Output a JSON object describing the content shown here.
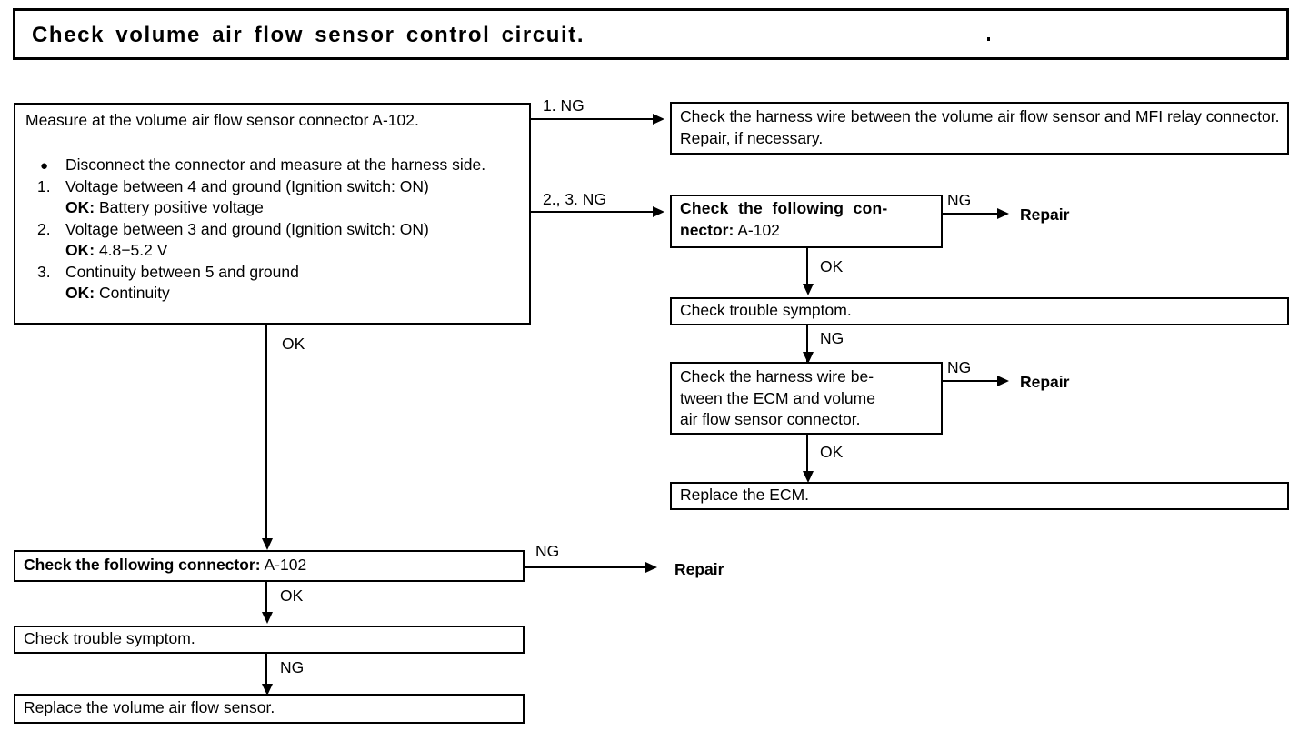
{
  "document": {
    "type": "troubleshooting-flowchart",
    "title": "Check volume air flow sensor control circuit."
  },
  "measure_box": {
    "heading": "Measure at the volume air flow sensor connector A-102.",
    "items": [
      {
        "marker": "●",
        "text": "Disconnect the connector and measure at the harness side.",
        "sub": null
      },
      {
        "marker": "1.",
        "text": "Voltage between 4 and ground (Ignition switch: ON)",
        "sub_label": "OK:",
        "sub_value": "Battery positive voltage"
      },
      {
        "marker": "2.",
        "text": "Voltage between 3 and ground (Ignition switch: ON)",
        "sub_label": "OK:",
        "sub_value": "4.8−5.2 V"
      },
      {
        "marker": "3.",
        "text": "Continuity between 5 and ground",
        "sub_label": "OK:",
        "sub_value": "Continuity"
      }
    ]
  },
  "branches": {
    "ng1": "1. NG",
    "ng23": "2., 3. NG",
    "ok": "OK",
    "ng": "NG",
    "repair": "Repair"
  },
  "right_column": {
    "harness_mfi": "Check the harness wire between the volume air flow sensor and MFI relay connector. Repair, if necessary.",
    "connector_check_bold": "Check the following con-nector:",
    "connector_check_value": "A-102",
    "connector_check_line1_bold": "Check  the  following  con-",
    "connector_check_line2_bold": "nector:",
    "connector_check_line2_value": "A-102",
    "trouble_symptom": "Check trouble symptom.",
    "harness_ecm_line1": "Check the harness wire be-",
    "harness_ecm_line2": "tween the ECM and volume",
    "harness_ecm_line3": "air flow sensor connector.",
    "replace_ecm": "Replace the ECM."
  },
  "left_column": {
    "connector_check_bold": "Check the following connector:",
    "connector_check_value": "A-102",
    "trouble_symptom": "Check trouble symptom.",
    "replace_sensor": "Replace the volume air flow sensor."
  },
  "colors": {
    "ink": "#000000",
    "paper": "#ffffff"
  }
}
